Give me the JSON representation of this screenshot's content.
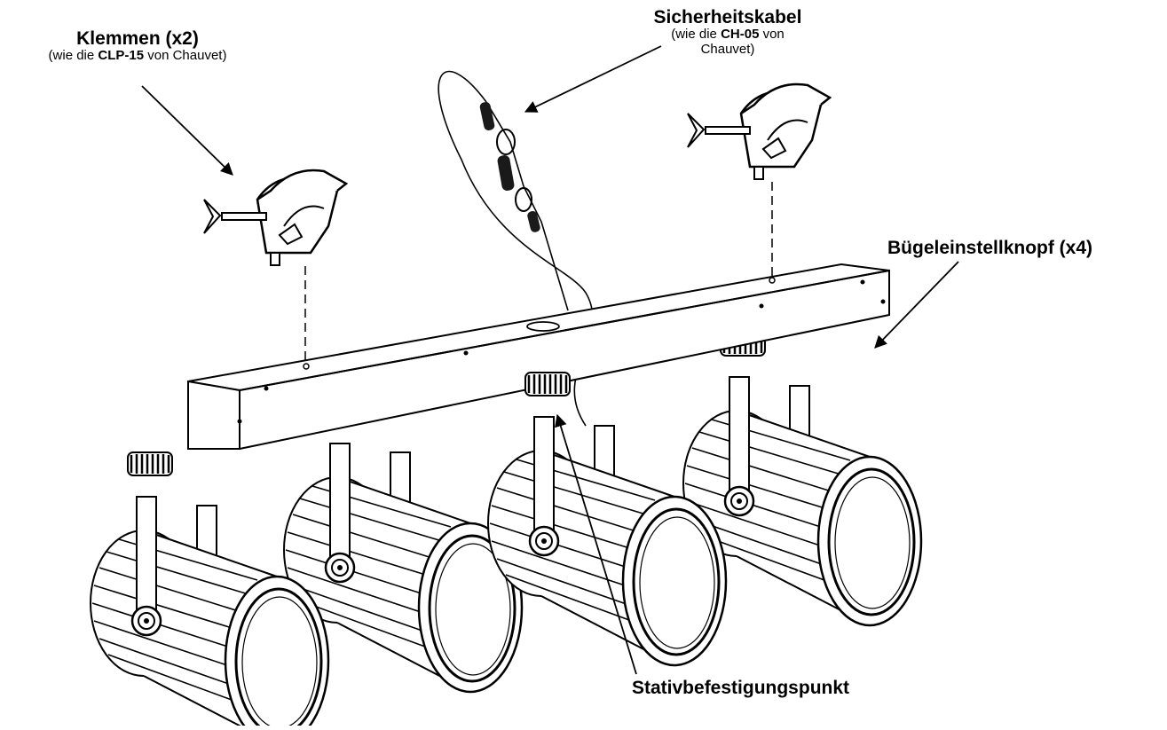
{
  "labels": {
    "klemmen": {
      "title": "Klemmen (x2)",
      "sub_pre": "(wie die ",
      "sub_bold": "CLP-15",
      "sub_post": " von Chauvet)"
    },
    "sicherheitskabel": {
      "title": "Sicherheitskabel",
      "sub_pre": "(wie die ",
      "sub_bold": "CH-05",
      "sub_post": " von",
      "sub_line2": "Chauvet)"
    },
    "buegel": {
      "title": "Bügeleinstellknopf (x4)"
    },
    "stativ": {
      "title": "Stativbefestigungspunkt"
    }
  },
  "colors": {
    "line": "#000000",
    "body": "#ffffff",
    "cable_sleeve": "#1a1a1a"
  },
  "icons": [
    "clamp-icon",
    "safety-cable-icon",
    "light-bar-icon",
    "spot-fixture-icon",
    "adjustment-knob-icon",
    "arrow-icon"
  ]
}
